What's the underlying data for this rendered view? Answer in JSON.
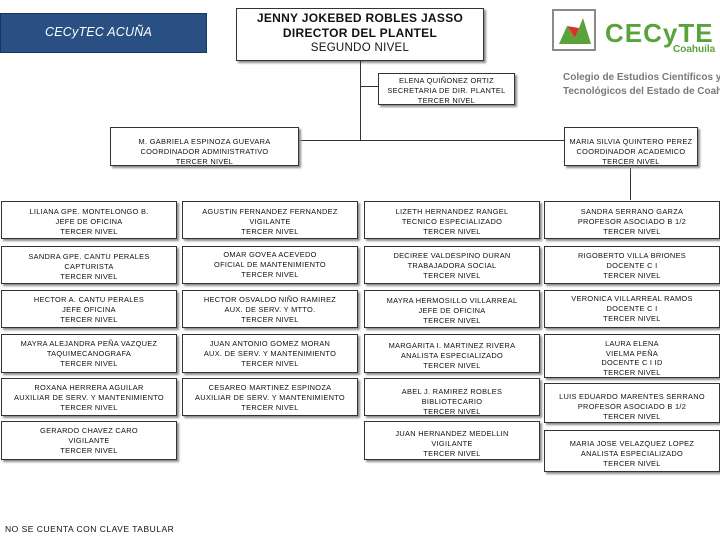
{
  "header": {
    "banner_text": "CECyTEC ACUÑA",
    "director": [
      "JENNY JOKEBED ROBLES JASSO",
      "DIRECTOR DEL PLANTEL",
      "SEGUNDO NIVEL"
    ],
    "logo_word": "CECyTE",
    "logo_state": "Coahuila",
    "logo_subtitle": [
      "Colegio de Estudios Científicos y",
      "Tecnológicos del Estado de Coahuila"
    ]
  },
  "secretaria": [
    "ELENA QUIÑONEZ ORTIZ",
    "SECRETARIA DE DIR. PLANTEL",
    "TERCER NIVEL"
  ],
  "coordinadores": {
    "administrativo": [
      "M. GABRIELA ESPINOZA GUEVARA",
      "COORDINADOR ADMINISTRATIVO",
      "TERCER NIVEL"
    ],
    "academico": [
      "MARIA SILVIA QUINTERO PEREZ",
      "COORDINADOR ACADEMICO",
      "TERCER NIVEL"
    ]
  },
  "col1": [
    [
      "LILIANA GPE. MONTELONGO B.",
      "JEFE DE OFICINA",
      "TERCER NIVEL"
    ],
    [
      "SANDRA GPE. CANTU PERALES",
      "CAPTURISTA",
      "TERCER NIVEL"
    ],
    [
      "HECTOR A. CANTU PERALES",
      "JEFE OFICINA",
      "TERCER NIVEL"
    ],
    [
      "MAYRA ALEJANDRA PEÑA VAZQUEZ",
      "TAQUIMECANOGRAFA",
      "TERCER NIVEL"
    ],
    [
      "ROXANA HERRERA AGUILAR",
      "AUXILIAR DE SERV. Y MANTENIMIENTO",
      "TERCER NIVEL"
    ],
    [
      "GERARDO CHAVEZ CARO",
      "VIGILANTE",
      "TERCER NIVEL"
    ]
  ],
  "col2": [
    [
      "AGUSTIN FERNANDEZ FERNANDEZ",
      "VIGILANTE",
      "TERCER NIVEL"
    ],
    [
      "OMAR GOVEA ACEVEDO",
      "OFICIAL DE MANTENIMIENTO",
      "TERCER NIVEL"
    ],
    [
      "HECTOR OSVALDO NIÑO RAMIREZ",
      "AUX. DE SERV. Y MTTO.",
      "TERCER NIVEL"
    ],
    [
      "JUAN ANTONIO GOMEZ MORAN",
      "AUX. DE SERV. Y MANTENIMIENTO",
      "TERCER NIVEL"
    ],
    [
      "CESAREO MARTINEZ ESPINOZA",
      "AUXILIAR DE SERV. Y MANTENIMIENTO",
      "TERCER NIVEL"
    ]
  ],
  "col3": [
    [
      "LIZETH HERNANDEZ RANGEL",
      "TECNICO ESPECIALIZADO",
      "TERCER NIVEL"
    ],
    [
      "DECIREE VALDESPINO DURAN",
      "TRABAJADORA SOCIAL",
      "TERCER NIVEL"
    ],
    [
      "MAYRA HERMOSILLO VILLARREAL",
      "JEFE DE OFICINA",
      "TERCER NIVEL"
    ],
    [
      "MARGARITA I. MARTINEZ RIVERA",
      "ANALISTA ESPECIALIZADO",
      "TERCER NIVEL"
    ],
    [
      "ABEL J. RAMIREZ ROBLES",
      "BIBLIOTECARIO",
      "TERCER NIVEL"
    ],
    [
      "JUAN HERNANDEZ MEDELLIN",
      "VIGILANTE",
      "TERCER NIVEL"
    ]
  ],
  "col4": [
    [
      "SANDRA SERRANO GARZA",
      "PROFESOR ASOCIADO B 1/2",
      "TERCER NIVEL"
    ],
    [
      "RIGOBERTO VILLA BRIONES",
      "DOCENTE C I",
      "TERCER NIVEL"
    ],
    [
      "VERONICA VILLARREAL RAMOS",
      "DOCENTE C I",
      "TERCER NIVEL"
    ],
    [
      "LAURA ELENA",
      "VIELMA PEÑA",
      "DOCENTE C I ID",
      "TERCER NIVEL"
    ],
    [
      "LUIS EDUARDO MARENTES SERRANO",
      "PROFESOR ASOCIADO B 1/2",
      "TERCER NIVEL"
    ],
    [
      "MARIA JOSE VELAZQUEZ LOPEZ",
      "ANALISTA ESPECIALIZADO",
      "TERCER NIVEL"
    ]
  ],
  "footer_note": "NO SE CUENTA CON CLAVE TABULAR",
  "colors": {
    "banner": "#2a4f82",
    "logo_green": "#5aa23c",
    "logo_red": "#d9322b",
    "logo_gray": "#8a8a8a"
  }
}
